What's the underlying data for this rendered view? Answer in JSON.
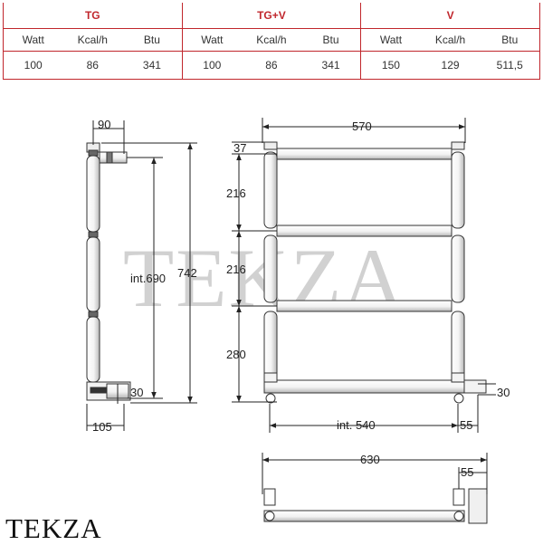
{
  "spec_table": {
    "groups": [
      "TG",
      "TG+V",
      "V"
    ],
    "units": [
      "Watt",
      "Kcal/h",
      "Btu",
      "Watt",
      "Kcal/h",
      "Btu",
      "Watt",
      "Kcal/h",
      "Btu"
    ],
    "values": [
      "100",
      "86",
      "341",
      "100",
      "86",
      "341",
      "150",
      "129",
      "511,5"
    ]
  },
  "watermark": "TEKZA",
  "brand": "TEKZA",
  "dimensions": {
    "side_top_width": "90",
    "side_bottom_width": "105",
    "side_inner_height": "int.690",
    "side_total_height": "742",
    "side_valve_offset": "30",
    "front_total_width": "570",
    "front_top_offset": "37",
    "front_span_1": "216",
    "front_span_2": "216",
    "front_span_3": "280",
    "front_inner_width": "int. 540",
    "front_side_offset": "55",
    "front_valve_offset": "30",
    "top_total_width": "630",
    "top_side_offset": "55"
  }
}
